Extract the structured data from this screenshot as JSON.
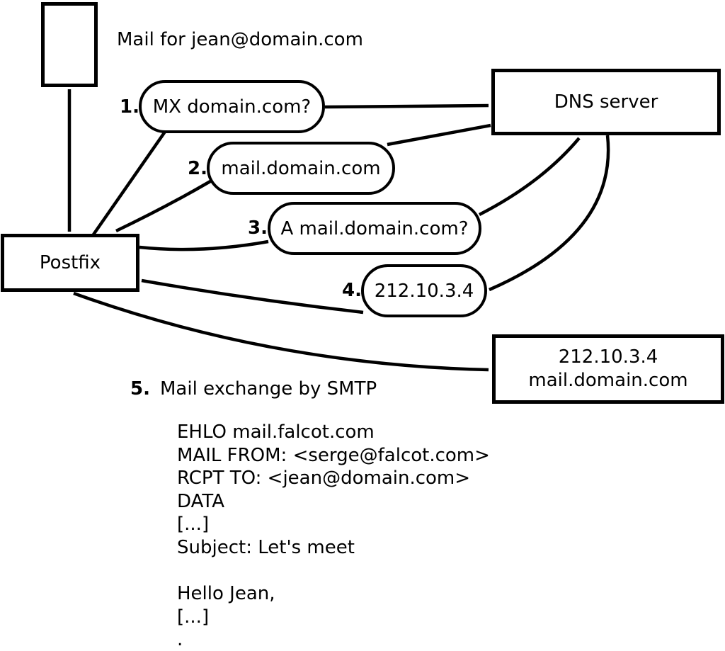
{
  "colors": {
    "ink": "#000000",
    "paper": "#ffffff"
  },
  "diagram": {
    "sender_mail_label": "Mail for jean@domain.com",
    "postfix_box_label": "Postfix",
    "dns_box_label": "DNS server",
    "mail_server_box": {
      "line1": "212.10.3.4",
      "line2": "mail.domain.com"
    },
    "steps": [
      {
        "num": "1.",
        "label": "MX domain.com?"
      },
      {
        "num": "2.",
        "label": "mail.domain.com"
      },
      {
        "num": "3.",
        "label": "A mail.domain.com?"
      },
      {
        "num": "4.",
        "label": "212.10.3.4"
      },
      {
        "num": "5.",
        "label": "Mail exchange by SMTP"
      }
    ],
    "smtp_transcript": [
      "EHLO mail.falcot.com",
      "MAIL FROM: <serge@falcot.com>",
      "RCPT TO: <jean@domain.com>",
      "DATA",
      "[...]",
      "Subject: Let's meet",
      "",
      "Hello Jean,",
      "[...]",
      "."
    ]
  }
}
